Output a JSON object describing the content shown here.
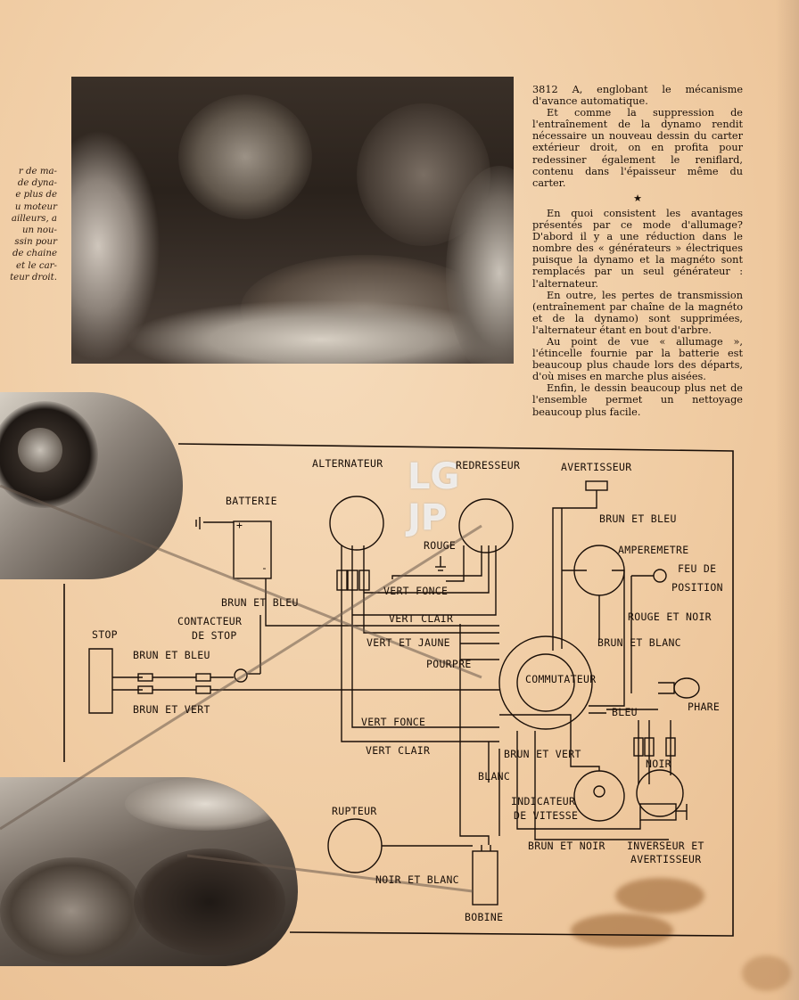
{
  "caption_left": [
    "r de ma-",
    "de dyna-",
    "e plus de",
    "u moteur",
    "ailleurs, a",
    "un nou-",
    "ssin pour",
    "de chaine",
    "et le car-",
    "teur droit."
  ],
  "article": {
    "p1": "3812 A, englobant le mécanisme d'avance automatique.",
    "p2": "Et comme la suppression de l'entraînement de la dynamo rendit nécessaire un nouveau dessin du carter extérieur droit, on en profita pour redessiner également le reniflard, contenu dans l'épaisseur même du carter.",
    "star": "★",
    "p3": "En quoi consistent les avantages présentés par ce mode d'allumage? D'abord il y a une réduction dans le nombre des « générateurs » électriques puisque la dynamo et la magnéto sont remplacés par un seul générateur : l'alternateur.",
    "p4": "En outre, les pertes de transmission (entraînement par chaîne de la magnéto et de la dynamo) sont supprimées, l'alternateur étant en bout d'arbre.",
    "p5": "Au point de vue « allumage », l'étincelle fournie par la batterie est beaucoup plus chaude lors des départs, d'où mises en marche plus aisées.",
    "p6": "Enfin, le dessin beaucoup plus net de l'ensemble permet un nettoyage beaucoup plus facile."
  },
  "watermark": [
    "LG",
    "JP"
  ],
  "diagram": {
    "alternateur": "ALTERNATEUR",
    "redresseur": "REDRESSEUR",
    "avertisseur": "AVERTISSEUR",
    "batterie": "BATTERIE",
    "brun_et_bleu_top": "BRUN ET BLEU",
    "rouge": "ROUGE",
    "amperemetre": "AMPEREMETRE",
    "feu_de": "FEU DE",
    "position": "POSITION",
    "vert_fonce_1": "VERT FONCE",
    "brun_et_bleu_batt": "BRUN ET BLEU",
    "vert_clair_1": "VERT CLAIR",
    "rouge_et_noir": "ROUGE ET NOIR",
    "contacteur": "CONTACTEUR",
    "de_stop": "DE STOP",
    "stop": "STOP",
    "vert_et_jaune": "VERT ET JAUNE",
    "brun_et_blanc": "BRUN ET BLANC",
    "brun_et_bleu_stop": "BRUN ET BLEU",
    "pourpre": "POURPRE",
    "commutateur": "COMMUTATEUR",
    "brun_et_vert_left": "BRUN ET VERT",
    "bleu": "BLEU",
    "phare": "PHARE",
    "vert_fonce_2": "VERT FONCE",
    "vert_clair_2": "VERT CLAIR",
    "brun_et_vert": "BRUN ET VERT",
    "noir": "NOIR",
    "blanc": "BLANC",
    "indicateur": "INDICATEUR",
    "de_vitesse": "DE VITESSE",
    "rupteur": "RUPTEUR",
    "brun_et_noir": "BRUN ET NOIR",
    "inverseur_et": "INVERSEUR ET",
    "avertisseur_2": "AVERTISSEUR",
    "noir_et_blanc": "NOIR ET BLANC",
    "bobine": "BOBINE",
    "plus_sign": "+",
    "minus_sign": "-"
  }
}
